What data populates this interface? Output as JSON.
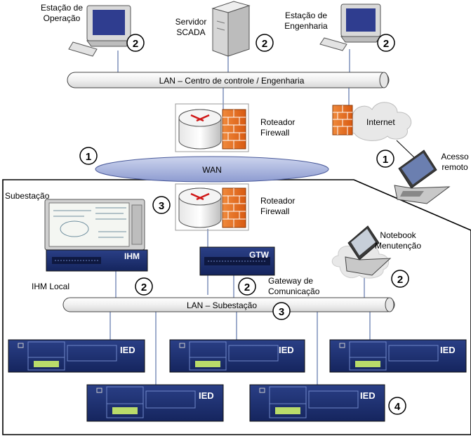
{
  "workstations": {
    "operation": "Estação de Operação",
    "operation_l1": "Estação de",
    "operation_l2": "Operação",
    "scada_l1": "Servidor",
    "scada_l2": "SCADA",
    "engineering_l1": "Estação de",
    "engineering_l2": "Engenharia"
  },
  "lan_control": "LAN – Centro de controle / Engenharia",
  "internet": "Internet",
  "router_top_l1": "Roteador",
  "router_top_l2": "Firewall",
  "wan": "WAN",
  "remote_l1": "Acesso",
  "remote_l2": "remoto",
  "substation": "Subestação",
  "router_sub_l1": "Roteador",
  "router_sub_l2": "Firewall",
  "ihm_badge": "IHM",
  "ihm_label": "IHM Local",
  "gtw_badge": "GTW",
  "gateway_l1": "Gateway de",
  "gateway_l2": "Comunicação",
  "notebook_l1": "Notebook",
  "notebook_l2": "Menutenção",
  "lan_sub": "LAN – Subestação",
  "ied_label": "IED",
  "markers": [
    "1",
    "2",
    "3",
    "4"
  ]
}
